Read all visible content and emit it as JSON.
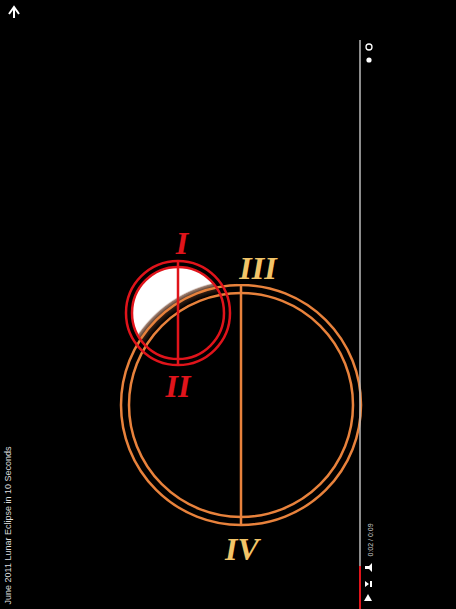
{
  "diagram": {
    "title": "June 2011 Lunar Eclipse in 10 Seconds",
    "labels": [
      "I",
      "II",
      "III",
      "IV",
      "0:02 / 0:09"
    ]
  }
}
